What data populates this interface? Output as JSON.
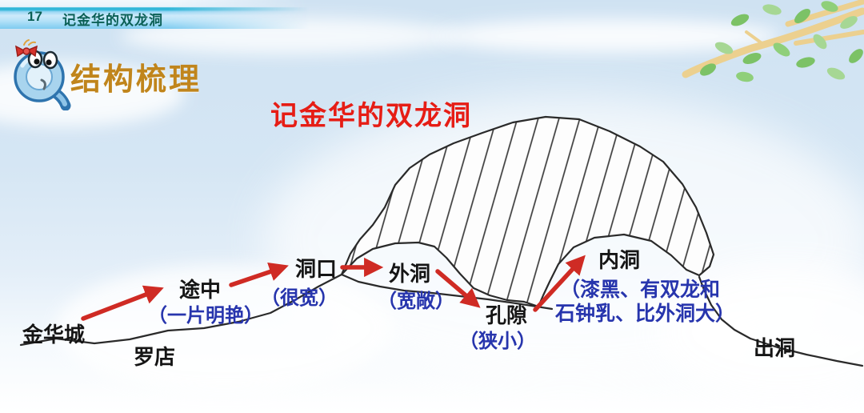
{
  "top_bar": {
    "lesson_number": "17",
    "lesson_title": "记金华的双龙洞"
  },
  "header": {
    "section_title": "结构梳理",
    "mascot": "q-mascot"
  },
  "diagram": {
    "title": "记金华的双龙洞",
    "nodes": [
      {
        "id": "jinhuacheng",
        "label": "金华城",
        "note": ""
      },
      {
        "id": "luodian",
        "label": "罗店",
        "note": ""
      },
      {
        "id": "tuzhong",
        "label": "途中",
        "note": "（一片明艳）"
      },
      {
        "id": "dongkou",
        "label": "洞口",
        "note": "（很宽）"
      },
      {
        "id": "waidong",
        "label": "外洞",
        "note": "（宽敞）"
      },
      {
        "id": "kongxi",
        "label": "孔隙",
        "note": "（狭小）"
      },
      {
        "id": "neidong",
        "label": "内洞",
        "note_line1": "（漆黑、有双龙和",
        "note_line2": "石钟乳、比外洞大）"
      },
      {
        "id": "chudong",
        "label": "出洞",
        "note": ""
      }
    ],
    "route": [
      "金华城",
      "罗店",
      "途中",
      "洞口",
      "外洞",
      "孔隙",
      "内洞",
      "出洞"
    ],
    "arrows": [
      {
        "from": "金华城",
        "to": "途中"
      },
      {
        "from": "途中",
        "to": "洞口"
      },
      {
        "from": "洞口",
        "to": "外洞"
      },
      {
        "from": "外洞",
        "to": "孔隙"
      },
      {
        "from": "孔隙",
        "to": "内洞"
      }
    ]
  },
  "colors": {
    "title_red": "#e61d15",
    "note_blue": "#2735ad",
    "arrow_red": "#cf2b24",
    "label_black": "#151515",
    "header_orange": "#c0851c",
    "topbar_text_teal": "#0a5f55",
    "topbar_cyan": "#31b7d9",
    "sky_blue": "#cfe2f2",
    "branch_tan": "#ecd08f",
    "leaf_green": "#7cc266"
  }
}
